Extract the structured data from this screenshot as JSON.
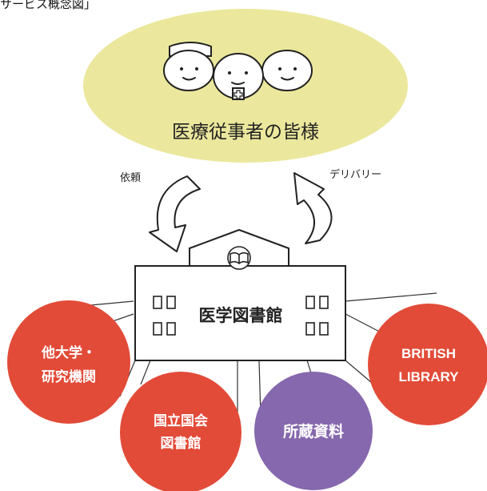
{
  "heading": "サービス概念図」",
  "staff_label": "医療従事者の皆様",
  "request_label": "依頼",
  "delivery_label": "デリバリー",
  "library_label": "医学図書館",
  "nodes": {
    "other_univ_line1": "他大学・",
    "other_univ_line2": "研究機関",
    "ndl_line1": "国立国会",
    "ndl_line2": "図書館",
    "holdings": "所蔵資料",
    "british_line1": "BRITISH",
    "british_line2": "LIBRARY"
  },
  "colors": {
    "ellipse": "#ebe89d",
    "red_circle": "#e24b38",
    "purple_circle": "#8668ae"
  }
}
